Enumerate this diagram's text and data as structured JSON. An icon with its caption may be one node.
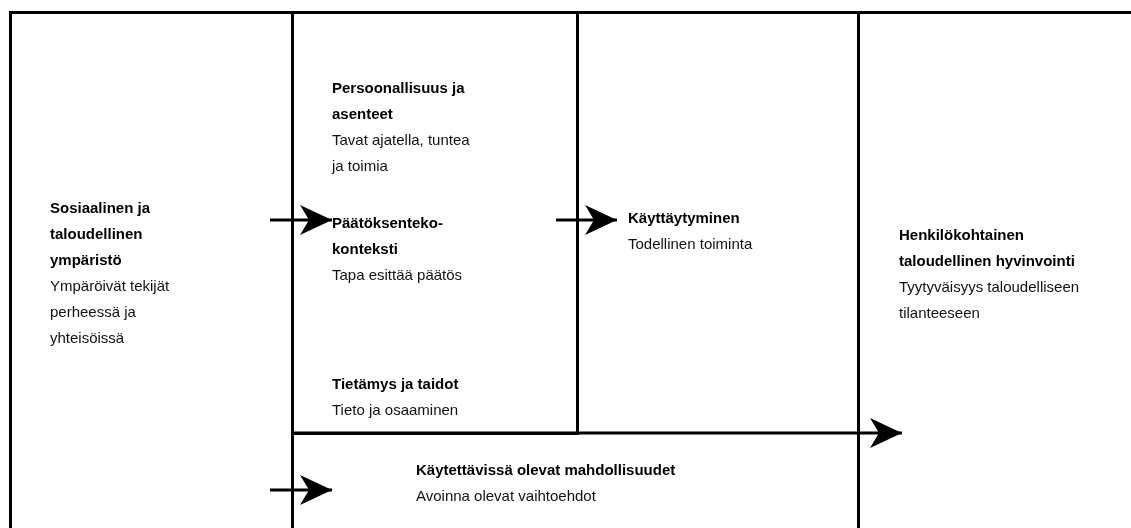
{
  "diagram": {
    "nodes": [
      {
        "text": [
          "Sosiaalinen ja taloudellinen ympäristö",
          "Ympäröivät tekijät perheessä ja yhteisöissä"
        ]
      },
      {
        "text": [
          "Persoonallisuus ja asenteet",
          "Tavat ajatella, tuntea ja toimia",
          "Päätöksenteko-konteksti",
          "Tapa esittää päätös",
          "Tietämys ja taidot",
          "Tieto ja osaaminen"
        ]
      },
      {
        "text": [
          "Käyttäytyminen",
          "Todellinen toiminta"
        ]
      },
      {
        "text": [
          "Henkilökohtainen taloudellinen hyvinvointi",
          "Tyytyväisyys taloudelliseen tilanteeseen"
        ]
      },
      {
        "text": [
          "Käytettävissä olevat mahdollisuudet",
          "Avoinna olevat vaihtoehdot"
        ]
      }
    ],
    "edges": [
      {
        "from": 0,
        "to": 1,
        "arrow": "to"
      },
      {
        "from": 1,
        "to": 2,
        "arrow": "to"
      },
      {
        "from": 0,
        "to": 4,
        "arrow": "to"
      },
      {
        "from": 4,
        "to": 3,
        "arrow": "to"
      }
    ]
  }
}
